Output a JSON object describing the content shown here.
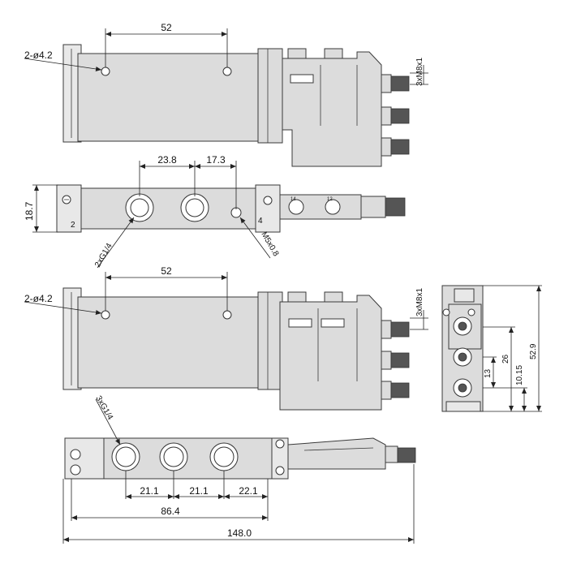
{
  "colors": {
    "body": "#dcdcdc",
    "line": "#3a3a3a",
    "background": "#ffffff"
  },
  "view1": {
    "dim_spacing": "52",
    "hole_label": "2-ø4.2",
    "connector_label": "3xM8x1"
  },
  "view2": {
    "dim_height": "18.7",
    "dim_a": "23.8",
    "dim_b": "17.3",
    "port_left": "2xG1/4",
    "port_right": "M5x0.8",
    "mark_2": "2",
    "mark_4": "4",
    "mark_14": "14",
    "mark_12": "12"
  },
  "view3": {
    "dim_spacing": "52",
    "hole_label": "2-ø4.2",
    "connector_label": "3xM8x1"
  },
  "side_view": {
    "dim_13": "13",
    "dim_26": "26",
    "dim_1015": "10.15",
    "dim_529": "52.9"
  },
  "view4": {
    "port_label": "3xG1/4",
    "dim_a": "21.1",
    "dim_b": "21.1",
    "dim_c": "22.1",
    "dim_864": "86.4",
    "dim_1480": "148.0"
  }
}
